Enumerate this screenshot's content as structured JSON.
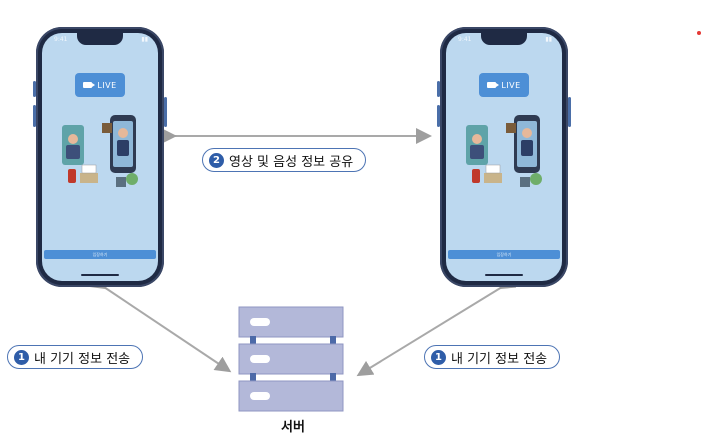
{
  "phones": [
    {
      "live_label": "LIVE",
      "bottom_label": "입장하기"
    },
    {
      "live_label": "LIVE",
      "bottom_label": "입장하기"
    }
  ],
  "labels": {
    "share": {
      "num": "2",
      "text": "영상 및 음성 정보 공유"
    },
    "left_transfer": {
      "num": "1",
      "text": "내 기기 정보 전송"
    },
    "right_transfer": {
      "num": "1",
      "text": "내 기기 정보 전송"
    }
  },
  "server": {
    "label": "서버"
  },
  "colors": {
    "accent": "#2f5da8",
    "arrow": "#a9a9a9",
    "server_fill": "#b3b8d9",
    "screen": "#bcd8ef"
  }
}
